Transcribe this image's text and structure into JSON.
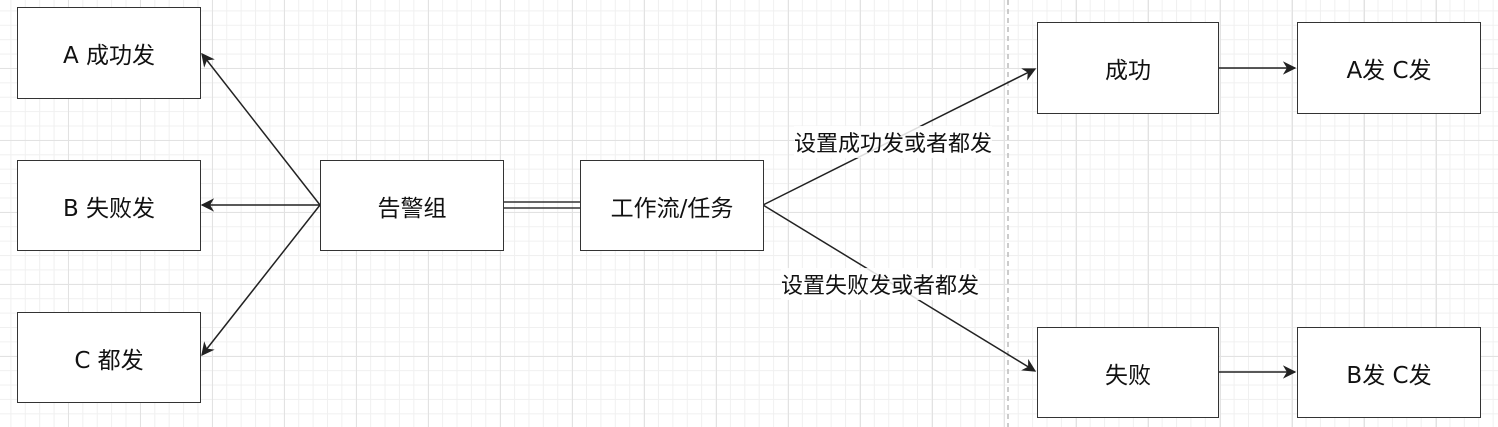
{
  "nodes": {
    "a_success": "A 成功发",
    "b_fail": "B 失败发",
    "c_all": "C 都发",
    "alert_group": "告警组",
    "workflow": "工作流/任务",
    "success": "成功",
    "success_targets": "A发 C发",
    "fail": "失败",
    "fail_targets": "B发 C发"
  },
  "edges": {
    "success_label": "设置成功发或者都发",
    "fail_label": "设置失败发或者都发"
  }
}
